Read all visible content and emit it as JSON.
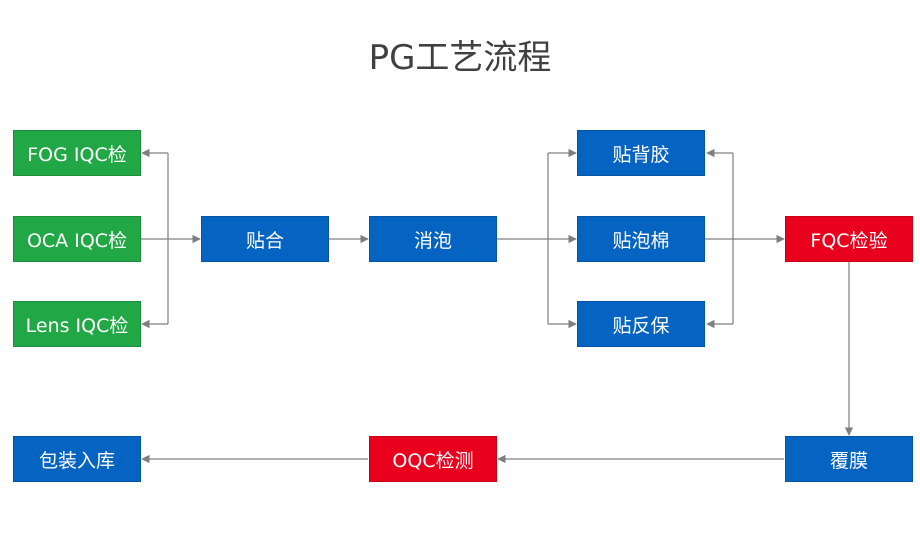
{
  "title": "PG工艺流程",
  "colors": {
    "inspection_incoming": "#22a746",
    "process": "#0563c1",
    "inspection_qc": "#e8001c",
    "connector": "#7f7f7f"
  },
  "nodes": {
    "fog_iqc": "FOG IQC检",
    "oca_iqc": "OCA IQC检",
    "lens_iqc": "Lens IQC检",
    "bonding": "贴合",
    "defoam": "消泡",
    "back_adhesive": "贴背胶",
    "foam": "贴泡棉",
    "reverse_protect": "贴反保",
    "fqc": "FQC检验",
    "film": "覆膜",
    "oqc": "OQC检测",
    "packing": "包装入库"
  }
}
